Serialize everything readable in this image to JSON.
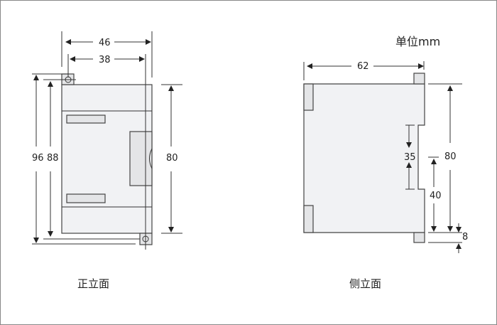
{
  "unit_label": "单位mm",
  "front_view": {
    "caption": "正立面",
    "dims": {
      "overall_width": "46",
      "hole_width": "38",
      "overall_height": "96",
      "hole_height": "88",
      "body_height": "80"
    }
  },
  "side_view": {
    "caption": "侧立面",
    "dims": {
      "depth": "62",
      "rail_width": "35",
      "body_height": "80",
      "rail_offset": "40",
      "tab_height": "8"
    }
  }
}
